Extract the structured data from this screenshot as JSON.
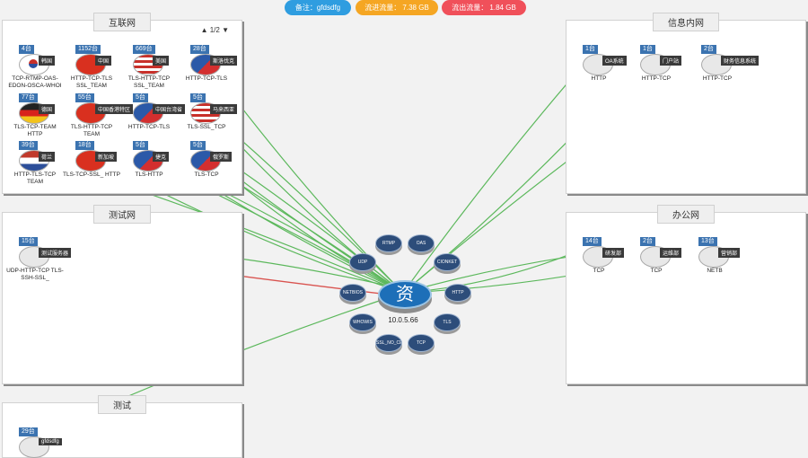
{
  "header": {
    "note": "备注：gfdsdfg",
    "inflow": "流进流量： 7.38 GB",
    "outflow": "流出流量： 1.84 GB",
    "colors": {
      "note": "#2f9de0",
      "inflow": "#f5a623",
      "outflow": "#f0505a"
    }
  },
  "panels": {
    "internet": {
      "title": "互联网",
      "pager": "1/2",
      "nodes": [
        {
          "count": "4台",
          "name": "韩国",
          "protocols": "TCP-RTMP-OAS-EDON-OSCA-WHOI",
          "flag": "kr"
        },
        {
          "count": "1152台",
          "name": "中国",
          "protocols": "HTTP-TCP-TLS SSL_TEAM",
          "flag": "red"
        },
        {
          "count": "669台",
          "name": "美国",
          "protocols": "TLS-HTTP-TCP SSL_TEAM",
          "flag": "us"
        },
        {
          "count": "28台",
          "name": "斯洛伐克",
          "protocols": "HTTP-TCP-TLS",
          "flag": "mix"
        },
        {
          "count": "77台",
          "name": "德国",
          "protocols": "TLS-TCP-TEAM HTTP",
          "flag": "de"
        },
        {
          "count": "55台",
          "name": "中国香港特区",
          "protocols": "TLS-HTTP-TCP TEAM",
          "flag": "red"
        },
        {
          "count": "5台",
          "name": "中国台湾省",
          "protocols": "HTTP-TCP-TLS",
          "flag": "mix"
        },
        {
          "count": "5台",
          "name": "马来西亚",
          "protocols": "TLS-SSL_TCP",
          "flag": "us"
        },
        {
          "count": "39台",
          "name": "荷兰",
          "protocols": "HTTP-TLS-TCP TEAM",
          "flag": "nl"
        },
        {
          "count": "18台",
          "name": "新加坡",
          "protocols": "TLS-TCP-SSL_ HTTP",
          "flag": "red"
        },
        {
          "count": "5台",
          "name": "捷克",
          "protocols": "TLS-HTTP",
          "flag": "mix"
        },
        {
          "count": "5台",
          "name": "俄罗斯",
          "protocols": "TLS-TCP",
          "flag": "mix"
        }
      ]
    },
    "info": {
      "title": "信息内网",
      "nodes": [
        {
          "count": "1台",
          "name": "OA系统",
          "protocols": "HTTP"
        },
        {
          "count": "1台",
          "name": "门户站",
          "protocols": "HTTP-TCP"
        },
        {
          "count": "2台",
          "name": "财务信息系统",
          "protocols": "HTTP-TCP"
        }
      ]
    },
    "testnet": {
      "title": "测试网",
      "nodes": [
        {
          "count": "15台",
          "name": "测试服务器",
          "protocols": "UDP-HTTP-TCP TLS-SSH-SSL_"
        }
      ]
    },
    "office": {
      "title": "办公网",
      "nodes": [
        {
          "count": "14台",
          "name": "研发部",
          "protocols": "TCP"
        },
        {
          "count": "2台",
          "name": "运维部",
          "protocols": "TCP"
        },
        {
          "count": "13台",
          "name": "营销部",
          "protocols": "NETB"
        }
      ]
    },
    "test": {
      "title": "测试",
      "nodes": [
        {
          "count": "29台",
          "name": "gfdsdfg",
          "protocols": ""
        }
      ]
    }
  },
  "hub": {
    "glyph": "资",
    "ip": "10.0.5.66"
  },
  "protocol_nodes": [
    "RTMP",
    "OAS",
    "UDP",
    "CIONKET",
    "NETBIOS",
    "HTTP",
    "WHOWIS",
    "TLS",
    "SSL_NO_CER",
    "TCP"
  ],
  "colors": {
    "link_normal": "#5cb85c",
    "link_alert": "#d9534f",
    "hub": "#1d6fb8",
    "protocol": "#2d4d7a",
    "badge": "#3b73b0"
  }
}
